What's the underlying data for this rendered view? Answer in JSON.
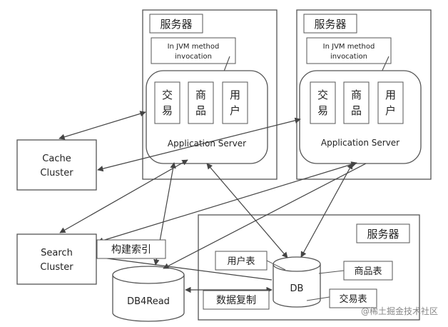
{
  "server_left": {
    "title": "服务器",
    "callout_line1": "In JVM method",
    "callout_line2": "invocation",
    "module_1a": "交",
    "module_1b": "易",
    "module_2a": "商",
    "module_2b": "品",
    "module_3a": "用",
    "module_3b": "户",
    "app_label": "Application Server"
  },
  "server_right": {
    "title": "服务器",
    "callout_line1": "In JVM method",
    "callout_line2": "invocation",
    "module_1a": "交",
    "module_1b": "易",
    "module_2a": "商",
    "module_2b": "品",
    "module_3a": "用",
    "module_3b": "户",
    "app_label": "Application Server"
  },
  "cache": {
    "line1": "Cache",
    "line2": "Cluster"
  },
  "search": {
    "line1": "Search",
    "line2": "Cluster"
  },
  "index_label": "构建索引",
  "db4read": "DB4Read",
  "replication_label": "数据复制",
  "server_db": {
    "title": "服务器",
    "db_label": "DB",
    "user_table": "用户表",
    "product_table": "商品表",
    "order_table": "交易表"
  },
  "watermark": "@稀土掘金技术社区"
}
